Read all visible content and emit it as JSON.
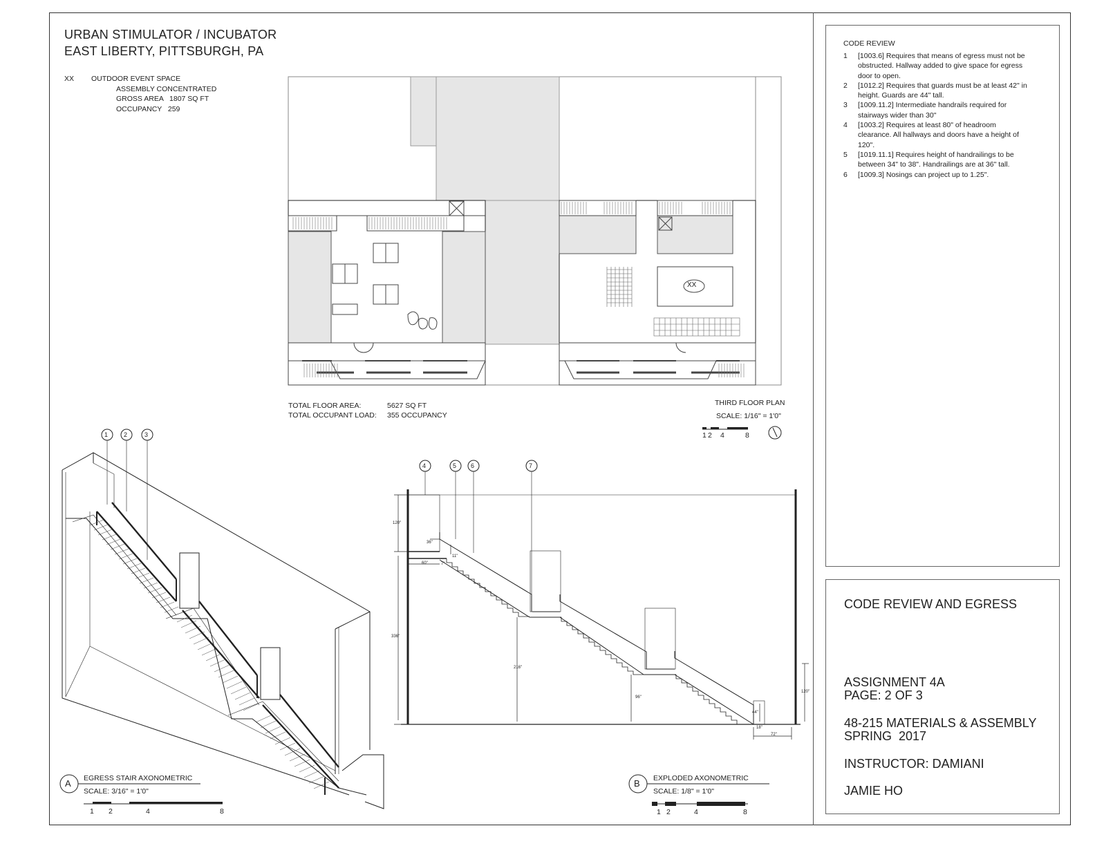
{
  "project": {
    "title_line1": "URBAN STIMULATOR / INCUBATOR",
    "title_line2": "EAST LIBERTY, PITTSBURGH, PA"
  },
  "legend": {
    "tag": "XX",
    "name": "OUTDOOR EVENT SPACE",
    "type": "ASSEMBLY CONCENTRATED",
    "gross_area": "GROSS AREA   1807 SQ FT",
    "occupancy": "OCCUPANCY   259"
  },
  "plan": {
    "xx_tag": "XX",
    "total_area_label": "TOTAL FLOOR AREA:",
    "total_area_value": "5627 SQ FT",
    "occupant_label": "TOTAL OCCUPANT LOAD:",
    "occupant_value": "355 OCCUPANCY",
    "title": "THIRD FLOOR PLAN",
    "scale": "SCALE: 1/16\" = 1'0\"",
    "scale_ticks": [
      "1",
      "2",
      "4",
      "8"
    ]
  },
  "drawing_a": {
    "letter": "A",
    "title": "EGRESS STAIR AXONOMETRIC",
    "scale": "SCALE: 3/16\" = 1'0\"",
    "scale_ticks": [
      "1",
      "2",
      "4",
      "8"
    ],
    "callouts": [
      "1",
      "2",
      "3"
    ]
  },
  "drawing_b": {
    "letter": "B",
    "title": "EXPLODED AXONOMETRIC",
    "scale": "SCALE: 1/8\" = 1'0\"",
    "scale_ticks": [
      "1",
      "2",
      "4",
      "8"
    ],
    "callouts": [
      "4",
      "5",
      "6",
      "7"
    ],
    "dims": {
      "d120a": "120\"",
      "d336": "336\"",
      "d36": "36\"",
      "d60": "60\"",
      "d11": "11\"",
      "d7": "7\"",
      "d216": "216\"",
      "d96": "96\"",
      "d120b": "120\"",
      "d44": "44\"",
      "d18": "18\"",
      "d72": "72\""
    }
  },
  "code_review": {
    "heading": "CODE REVIEW",
    "items": [
      {
        "num": "1",
        "text": "[1003.6] Requires that means of egress must not be obstructed. Hallway added to give space for egress door to open."
      },
      {
        "num": "2",
        "text": "[1012.2] Requires that guards must be at least 42\" in height. Guards are 44\" tall."
      },
      {
        "num": "3",
        "text": "[1009.11.2] Intermediate handrails required for stairways wider than 30\""
      },
      {
        "num": "4",
        "text": "[1003.2] Requires at least 80\" of headroom clearance. All hallways and doors have a height of 120\"."
      },
      {
        "num": "5",
        "text": "[1019.11.1] Requires height of handrailings to be between 34\" to 38\". Handrailings are at 36\" tall."
      },
      {
        "num": "6",
        "text": "[1009.3] Nosings can project up to 1.25\"."
      }
    ]
  },
  "title_block": {
    "sheet_title": "CODE REVIEW AND EGRESS",
    "assignment": "ASSIGNMENT 4A",
    "page": "PAGE: 2 OF 3",
    "course": "48-215 MATERIALS & ASSEMBLY",
    "term": "SPRING  2017",
    "instructor": "INSTRUCTOR: DAMIANI",
    "author": "JAMIE HO"
  }
}
